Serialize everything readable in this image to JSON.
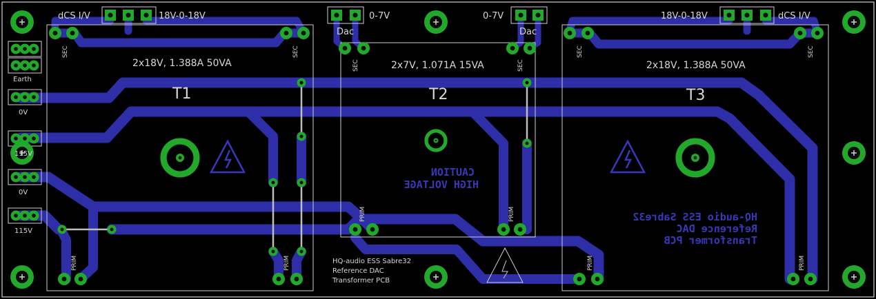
{
  "board": {
    "colors": {
      "background": "#000000",
      "silkscreen": "#cfcfcf",
      "bottom_copper": "#2e2ea8",
      "pad": "#22a82a",
      "airwire": "#bdbdbd"
    }
  },
  "transformers": [
    {
      "ref": "T1",
      "rating": "2x18V, 1.388A 50VA",
      "sec": "SEC",
      "prim": "PRIM"
    },
    {
      "ref": "T2",
      "rating": "2x7V, 1.071A 15VA",
      "sec": "SEC",
      "prim": "PRIM"
    },
    {
      "ref": "T3",
      "rating": "2x18V, 1.388A 50VA",
      "sec": "SEC",
      "prim": "PRIM"
    }
  ],
  "connectors": {
    "top_left_a": "dCS I/V",
    "top_left_b": "18V-0-18V",
    "top_mid_left": "0-7V",
    "top_mid_left_dac": "Dac",
    "top_mid_right": "0-7V",
    "top_mid_right_dac": "Dac",
    "top_right_a": "18V-0-18V",
    "top_right_b": "dCS I/V",
    "left": [
      "Earth",
      "0V",
      "115V",
      "0V",
      "115V"
    ]
  },
  "warning": {
    "caution_line1": "CAUTION",
    "caution_line2": "HIGH VOLTAGE"
  },
  "notes": {
    "silk_line1": "HQ-audio ESS Sabre32",
    "silk_line2": "Reference DAC",
    "silk_line3": "Transformer PCB",
    "copper_line1": "HQ-audio ESS Sabre32",
    "copper_line2": "Reference DAC",
    "copper_line3": "Transformer PCB"
  }
}
